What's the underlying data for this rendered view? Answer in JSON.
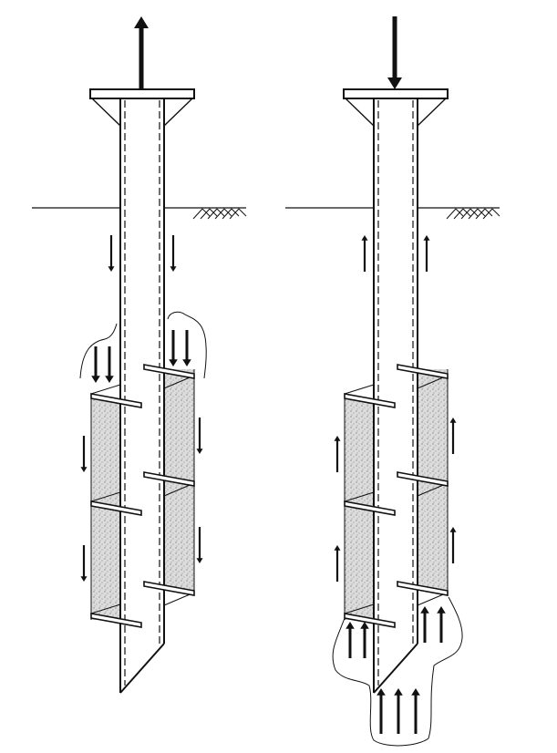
{
  "figure": {
    "panels": [
      {
        "name": "uplift-pile",
        "load_direction": "up",
        "side_friction_direction": "down"
      },
      {
        "name": "compression-pile",
        "load_direction": "down",
        "side_friction_direction": "up"
      }
    ],
    "colors": {
      "line": "#111111",
      "soil_fill": "#d4d4d4",
      "background": "#ffffff"
    }
  }
}
